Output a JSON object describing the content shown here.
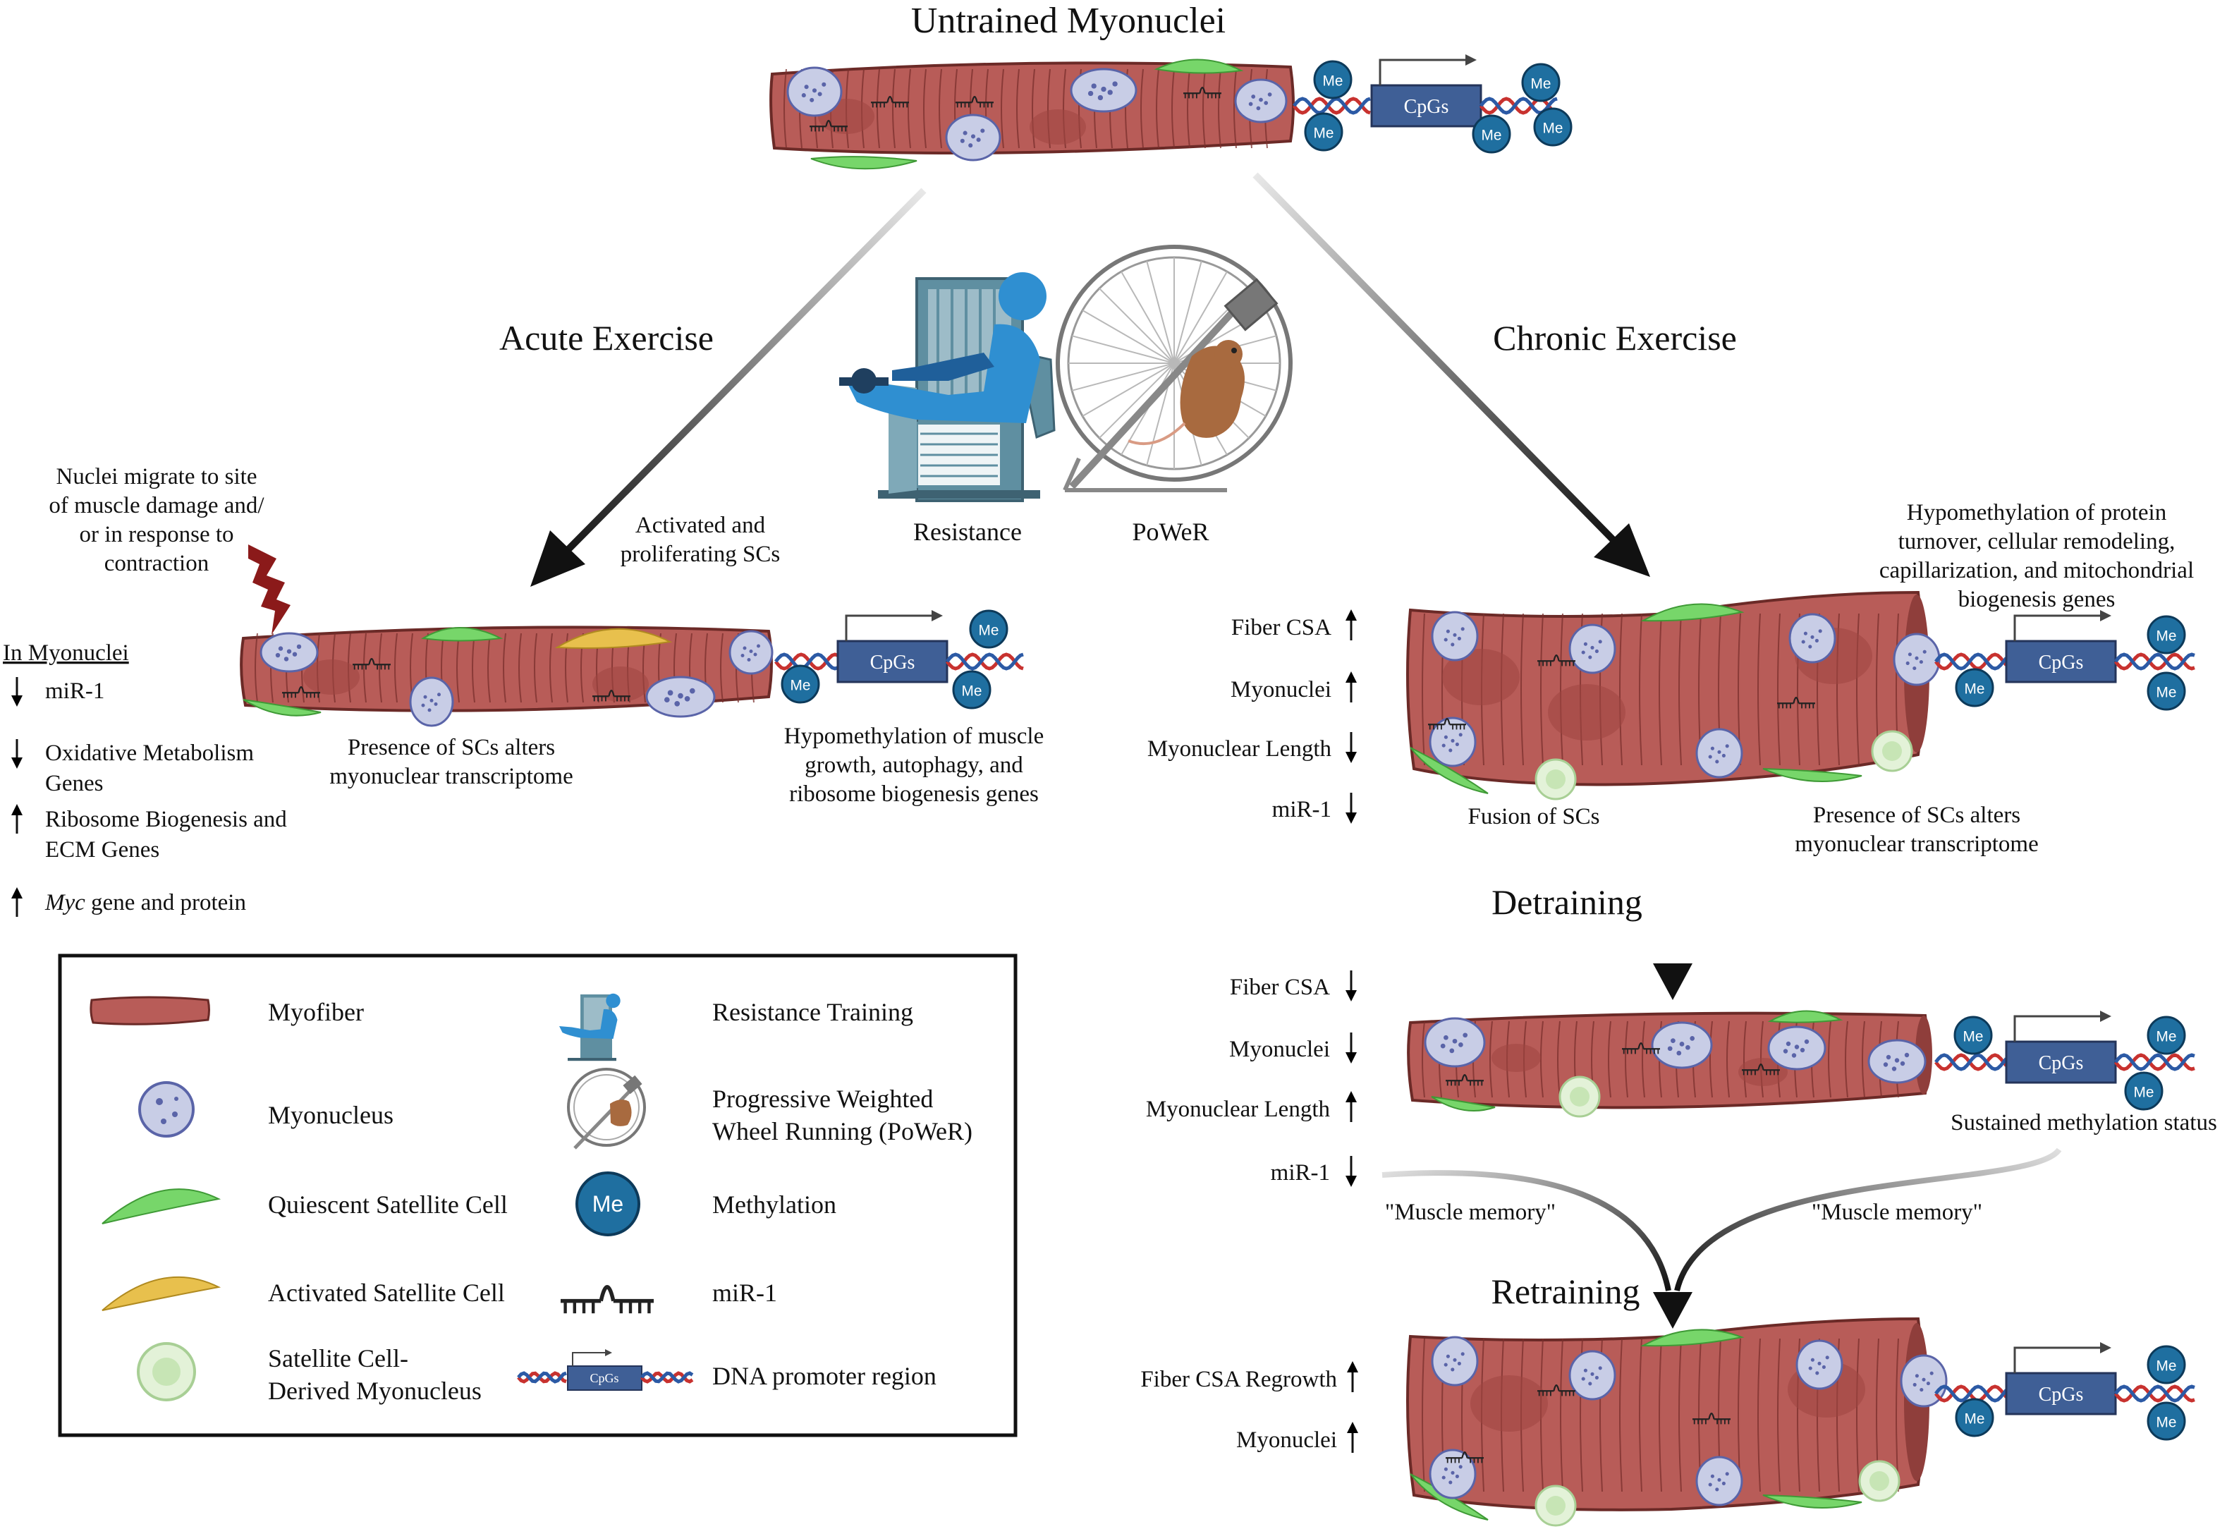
{
  "title": "Untrained Myonuclei",
  "me_label": "Me",
  "cpg_label": "CpGs",
  "acute": {
    "heading": "Acute Exercise",
    "migrate_lines": [
      "Nuclei migrate to site",
      "of muscle damage and/",
      "or in response to",
      "contraction"
    ],
    "activated_lines": [
      "Activated and",
      "proliferating SCs"
    ],
    "presence_lines": [
      "Presence of SCs alters",
      "myonuclear transcriptome"
    ],
    "hypo_lines": [
      "Hypomethylation of muscle",
      "growth, autophagy, and",
      "ribosome biogenesis genes"
    ],
    "in_myonuclei_title": "In Myonuclei",
    "changes": [
      {
        "lines": [
          "miR-1"
        ],
        "direction": "down"
      },
      {
        "lines": [
          "Oxidative Metabolism",
          "Genes"
        ],
        "direction": "down"
      },
      {
        "lines": [
          "Ribosome Biogenesis and",
          "ECM Genes"
        ],
        "direction": "up"
      },
      {
        "italic": "Myc",
        "rest": " gene and protein",
        "direction": "up"
      }
    ]
  },
  "center": {
    "resistance": "Resistance",
    "power": "PoWeR"
  },
  "chronic": {
    "heading": "Chronic Exercise",
    "hypo_lines": [
      "Hypomethylation of protein",
      "turnover, cellular remodeling,",
      "capillarization, and mitochondrial",
      "biogenesis genes"
    ],
    "changes": [
      {
        "label": "Fiber CSA",
        "direction": "up"
      },
      {
        "label": "Myonuclei",
        "direction": "up"
      },
      {
        "label": "Myonuclear Length",
        "direction": "down"
      },
      {
        "label": "miR-1",
        "direction": "down"
      }
    ],
    "fusion": "Fusion of SCs",
    "presence_lines": [
      "Presence of SCs alters",
      "myonuclear transcriptome"
    ]
  },
  "detraining": {
    "heading": "Detraining",
    "changes": [
      {
        "label": "Fiber CSA",
        "direction": "down"
      },
      {
        "label": "Myonuclei",
        "direction": "down"
      },
      {
        "label": "Myonuclear Length",
        "direction": "up"
      },
      {
        "label": "miR-1",
        "direction": "down"
      }
    ],
    "sustained": "Sustained methylation status",
    "memory": "\"Muscle memory\""
  },
  "retraining": {
    "heading": "Retraining",
    "changes": [
      {
        "label": "Fiber CSA Regrowth",
        "direction": "up"
      },
      {
        "label": "Myonuclei",
        "direction": "up"
      }
    ]
  },
  "legend": {
    "left": [
      {
        "lines": [
          "Myofiber"
        ]
      },
      {
        "lines": [
          "Myonucleus"
        ]
      },
      {
        "lines": [
          "Quiescent Satellite Cell"
        ]
      },
      {
        "lines": [
          "Activated Satellite Cell"
        ]
      },
      {
        "lines": [
          "Satellite Cell-",
          "Derived Myonucleus"
        ]
      }
    ],
    "right": [
      {
        "lines": [
          "Resistance Training"
        ]
      },
      {
        "lines": [
          "Progressive Weighted",
          "Wheel Running (PoWeR)"
        ]
      },
      {
        "lines": [
          "Methylation"
        ]
      },
      {
        "lines": [
          "miR-1"
        ]
      },
      {
        "lines": [
          "DNA promoter region"
        ]
      }
    ]
  },
  "colors": {
    "fiber": "#b85c58",
    "fiber_stroke": "#6b2a27",
    "quiescent_sc": "#77d66a",
    "activated_sc": "#e8c04d",
    "methyl": "#1f6fa0",
    "cpg_box": "#3f5f96",
    "dna_red": "#c8322f",
    "dna_blue": "#2c5aa5",
    "lightning": "#8b1a1a",
    "chair": "#5f8fa1",
    "person": "#2f8fd1"
  }
}
